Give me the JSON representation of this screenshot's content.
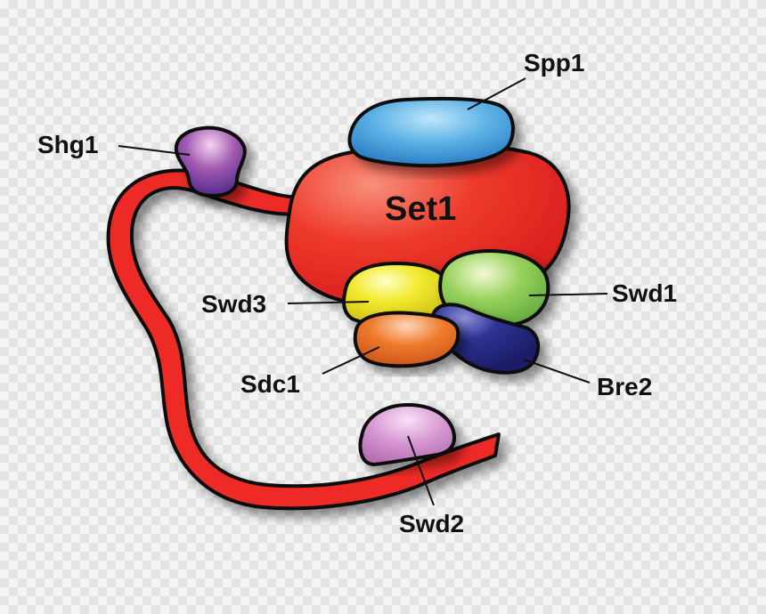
{
  "labels": {
    "set1": "Set1",
    "spp1": "Spp1",
    "shg1": "Shg1",
    "swd3": "Swd3",
    "swd1": "Swd1",
    "sdc1": "Sdc1",
    "bre2": "Bre2",
    "swd2": "Swd2"
  },
  "colors": {
    "set1": "#ee2a26",
    "spp1": "#4aa3dc",
    "shg1": "#8a3a98",
    "swd3": "#e9e326",
    "swd1": "#8ac84a",
    "sdc1": "#ec6a23",
    "bre2": "#2a2e8c",
    "swd2": "#cf8acb"
  }
}
